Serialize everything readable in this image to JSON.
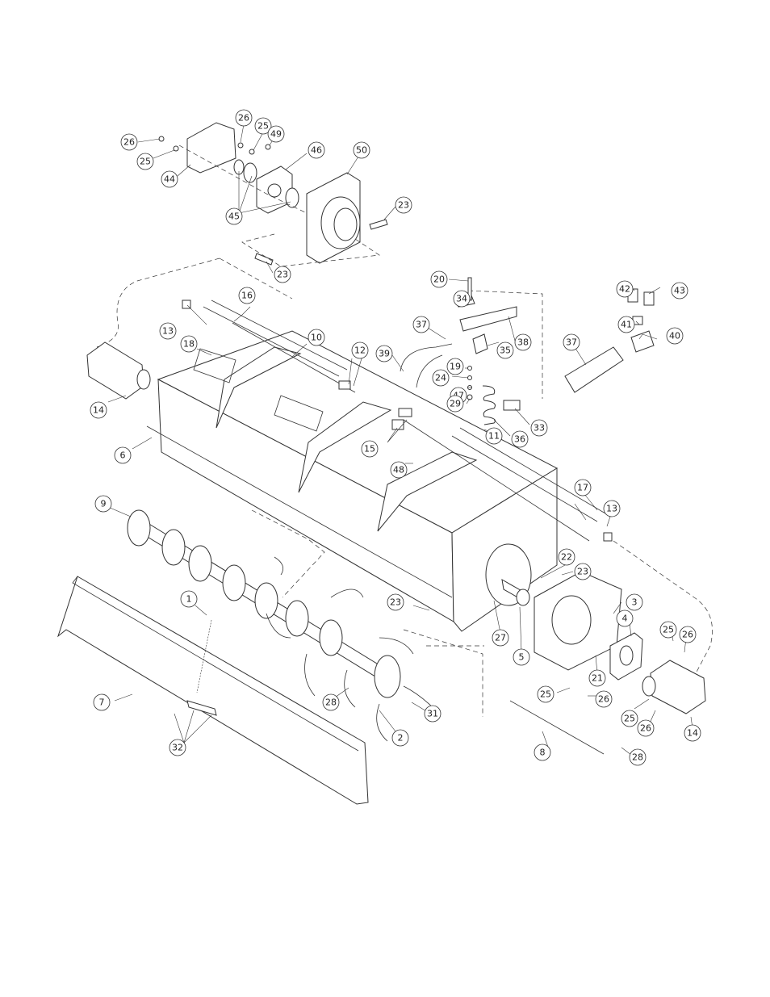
{
  "callouts": [
    {
      "id": "c-26a",
      "label": "26"
    },
    {
      "id": "c-25a",
      "label": "25"
    },
    {
      "id": "c-44",
      "label": "44"
    },
    {
      "id": "c-26b",
      "label": "26"
    },
    {
      "id": "c-25b",
      "label": "25"
    },
    {
      "id": "c-49",
      "label": "49"
    },
    {
      "id": "c-46",
      "label": "46"
    },
    {
      "id": "c-50",
      "label": "50"
    },
    {
      "id": "c-45",
      "label": "45"
    },
    {
      "id": "c-23a",
      "label": "23"
    },
    {
      "id": "c-23b",
      "label": "23"
    },
    {
      "id": "c-20",
      "label": "20"
    },
    {
      "id": "c-34",
      "label": "34"
    },
    {
      "id": "c-42",
      "label": "42"
    },
    {
      "id": "c-43",
      "label": "43"
    },
    {
      "id": "c-41",
      "label": "41"
    },
    {
      "id": "c-40",
      "label": "40"
    },
    {
      "id": "c-37a",
      "label": "37"
    },
    {
      "id": "c-37b",
      "label": "37"
    },
    {
      "id": "c-38",
      "label": "38"
    },
    {
      "id": "c-35",
      "label": "35"
    },
    {
      "id": "c-39",
      "label": "39"
    },
    {
      "id": "c-19",
      "label": "19"
    },
    {
      "id": "c-24",
      "label": "24"
    },
    {
      "id": "c-47",
      "label": "47"
    },
    {
      "id": "c-29",
      "label": "29"
    },
    {
      "id": "c-33",
      "label": "33"
    },
    {
      "id": "c-36",
      "label": "36"
    },
    {
      "id": "c-11",
      "label": "11"
    },
    {
      "id": "c-16",
      "label": "16"
    },
    {
      "id": "c-13a",
      "label": "13"
    },
    {
      "id": "c-18",
      "label": "18"
    },
    {
      "id": "c-10",
      "label": "10"
    },
    {
      "id": "c-12",
      "label": "12"
    },
    {
      "id": "c-14a",
      "label": "14"
    },
    {
      "id": "c-6",
      "label": "6"
    },
    {
      "id": "c-15",
      "label": "15"
    },
    {
      "id": "c-48",
      "label": "48"
    },
    {
      "id": "c-17",
      "label": "17"
    },
    {
      "id": "c-13b",
      "label": "13"
    },
    {
      "id": "c-9",
      "label": "9"
    },
    {
      "id": "c-22",
      "label": "22"
    },
    {
      "id": "c-23c",
      "label": "23"
    },
    {
      "id": "c-23d",
      "label": "23"
    },
    {
      "id": "c-3",
      "label": "3"
    },
    {
      "id": "c-4",
      "label": "4"
    },
    {
      "id": "c-25c",
      "label": "25"
    },
    {
      "id": "c-26c",
      "label": "26"
    },
    {
      "id": "c-1",
      "label": "1"
    },
    {
      "id": "c-27",
      "label": "27"
    },
    {
      "id": "c-5",
      "label": "5"
    },
    {
      "id": "c-21",
      "label": "21"
    },
    {
      "id": "c-25d",
      "label": "25"
    },
    {
      "id": "c-26d",
      "label": "26"
    },
    {
      "id": "c-25e",
      "label": "25"
    },
    {
      "id": "c-26e",
      "label": "26"
    },
    {
      "id": "c-14b",
      "label": "14"
    },
    {
      "id": "c-7",
      "label": "7"
    },
    {
      "id": "c-28a",
      "label": "28"
    },
    {
      "id": "c-31",
      "label": "31"
    },
    {
      "id": "c-32",
      "label": "32"
    },
    {
      "id": "c-2",
      "label": "2"
    },
    {
      "id": "c-8",
      "label": "8"
    },
    {
      "id": "c-28b",
      "label": "28"
    }
  ]
}
